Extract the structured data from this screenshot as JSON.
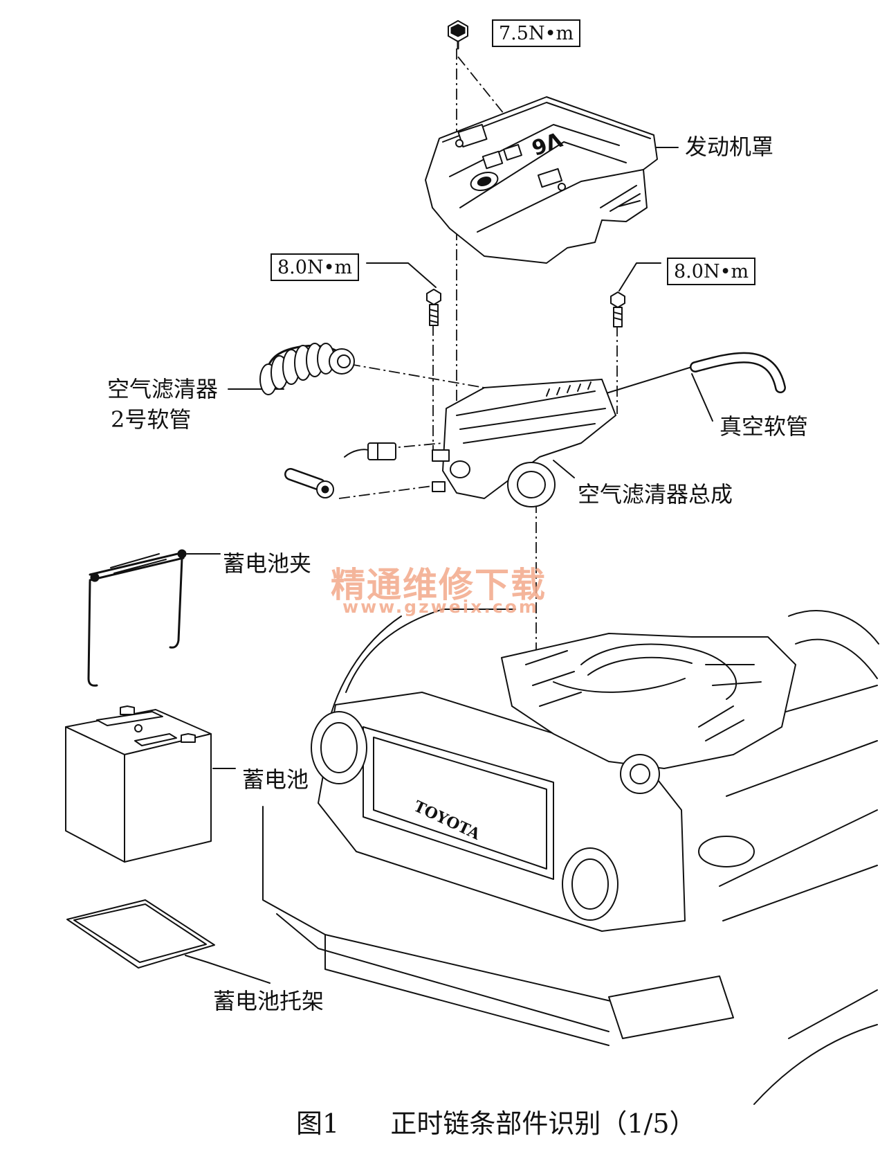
{
  "torque": {
    "cover_nut": "7.5N•m",
    "left_bolt": "8.0N•m",
    "right_bolt": "8.0N•m"
  },
  "labels": {
    "engine_cover": "发动机罩",
    "air_hose_line1": "空气滤清器",
    "air_hose_line2": "2号软管",
    "vacuum_hose": "真空软管",
    "air_cleaner_assy": "空气滤清器总成",
    "battery_clamp": "蓄电池夹",
    "battery": "蓄电池",
    "battery_tray": "蓄电池托架"
  },
  "cover_marks": {
    "engine_badge": "V6",
    "grille_brand": "TOYOTA"
  },
  "watermark": {
    "title": "精通维修下载",
    "url": "www.gzweix.com"
  },
  "caption": {
    "figure_no": "图1",
    "title": "正时链条部件识别（1/5）"
  }
}
